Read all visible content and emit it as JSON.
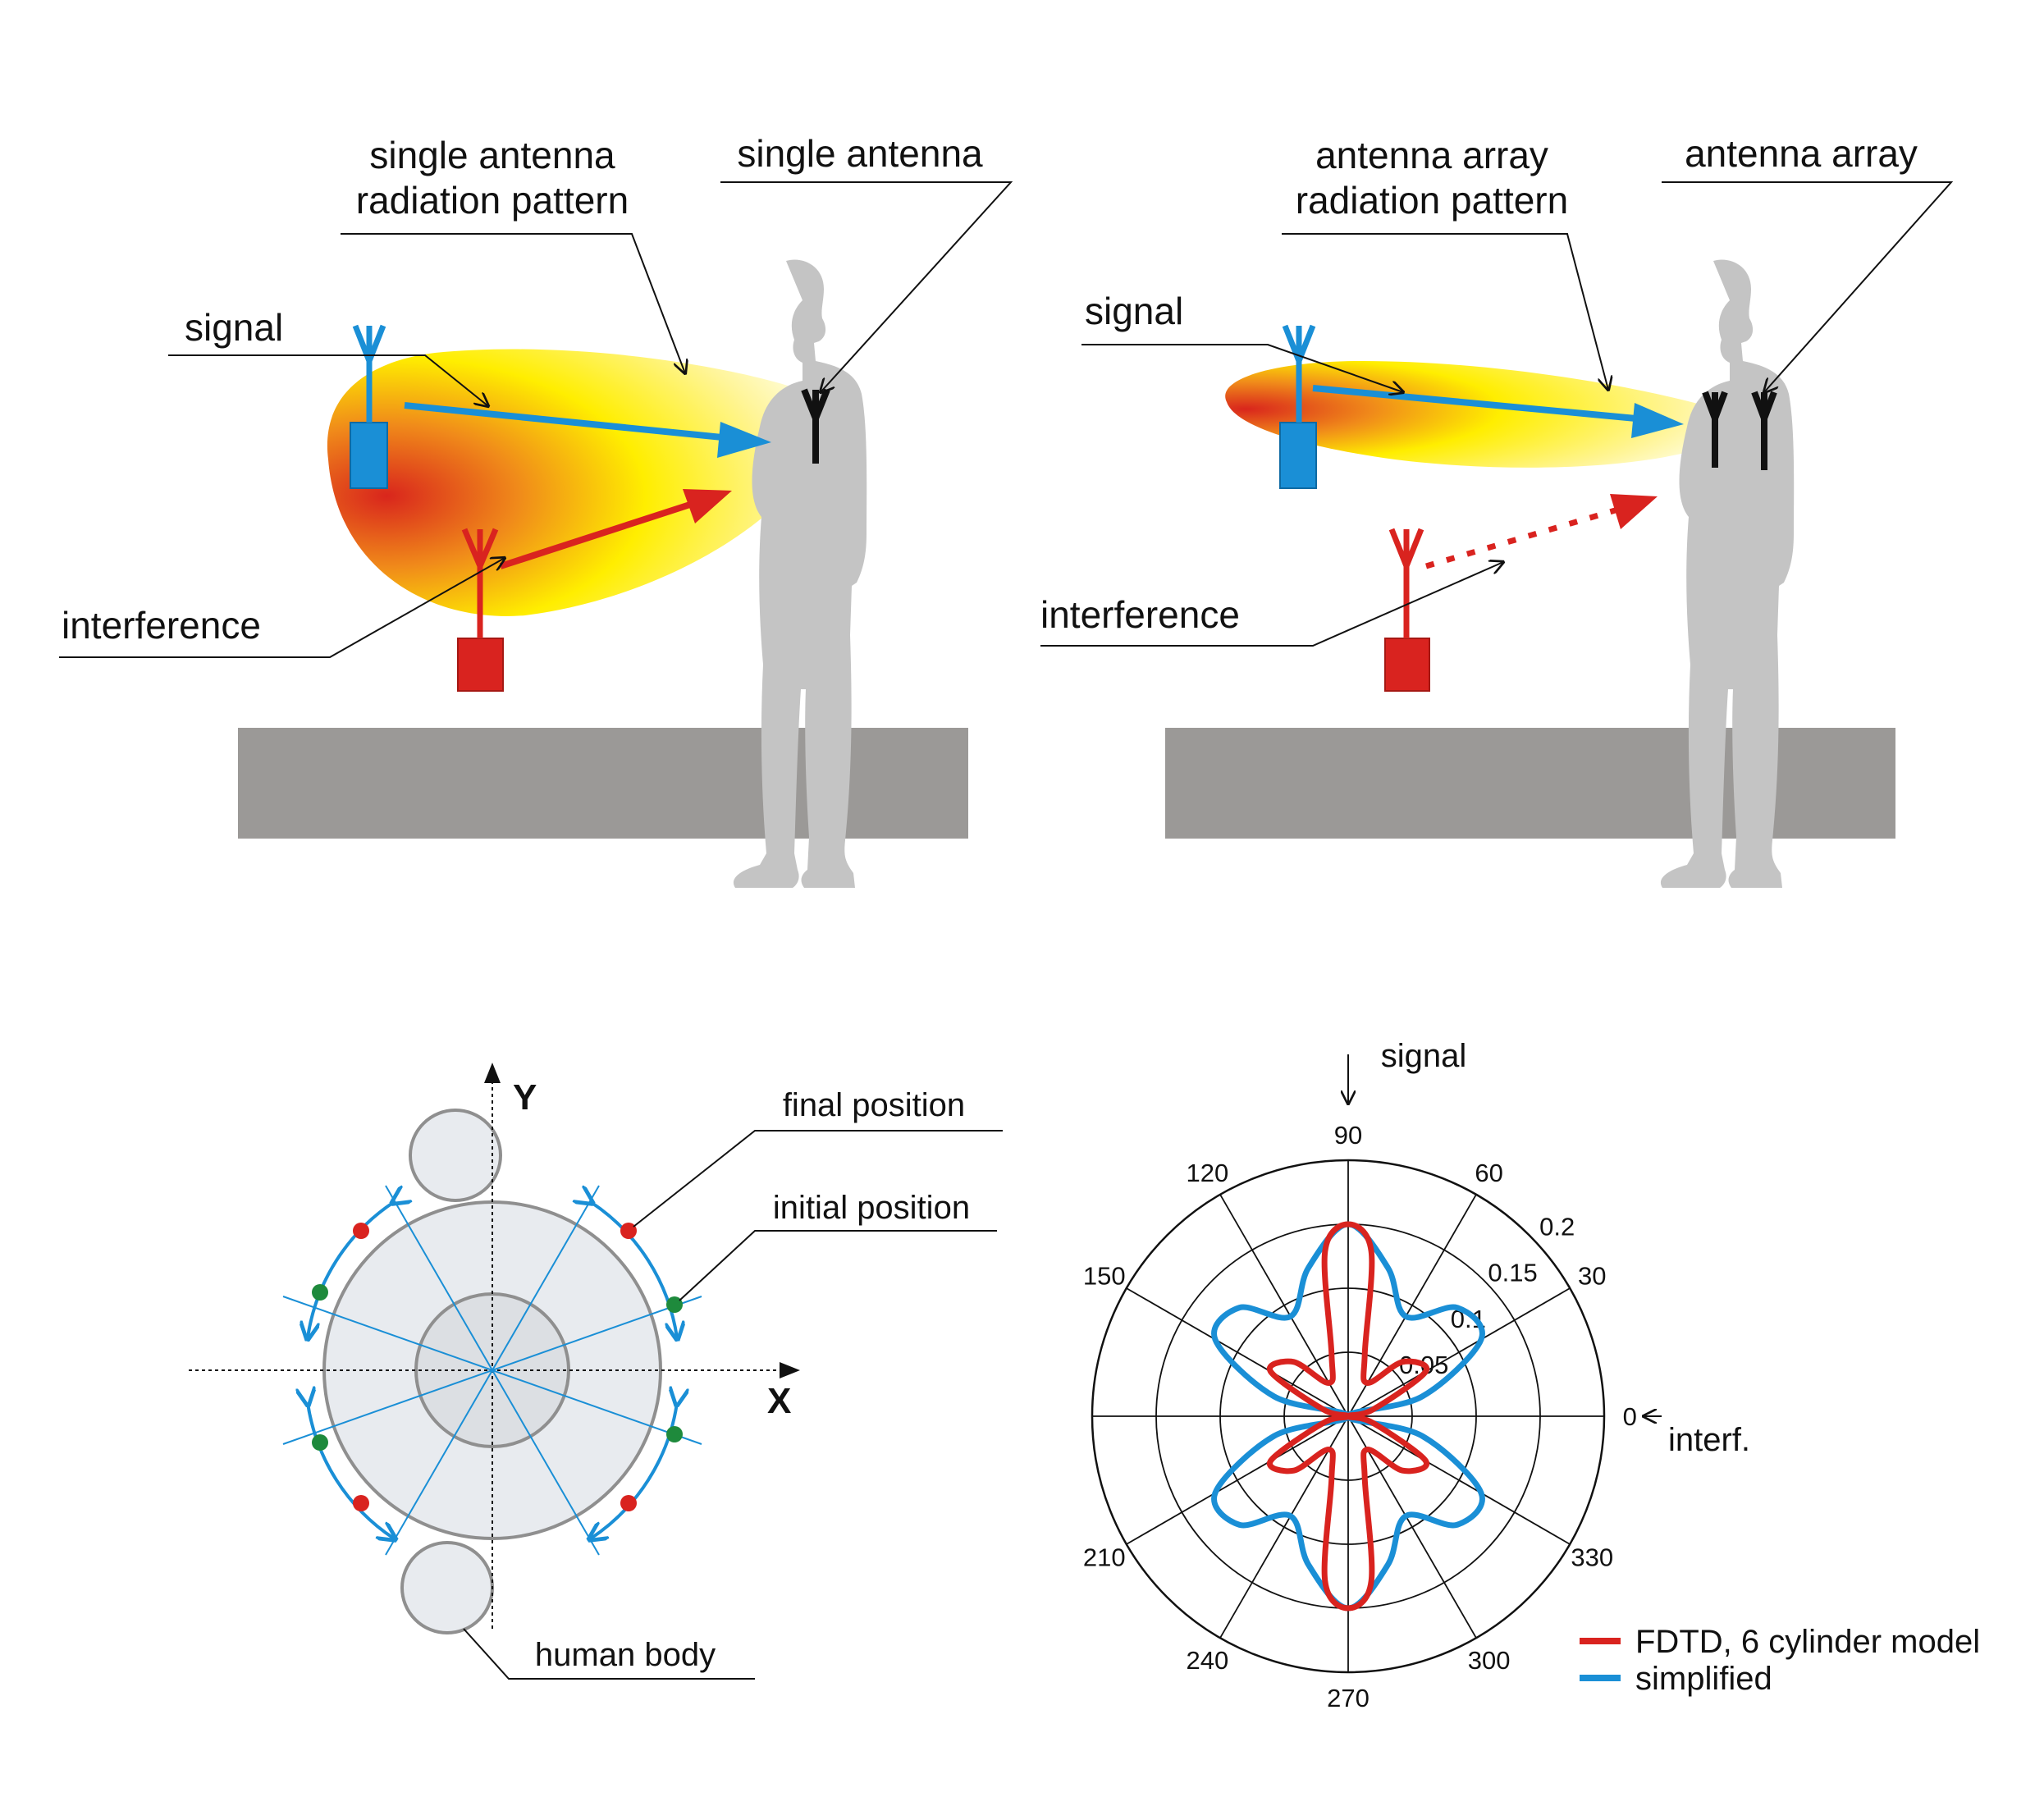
{
  "top_left": {
    "title_line1": "single antenna",
    "title_line2": "radiation pattern",
    "antenna_label": "single antenna",
    "signal_label": "signal",
    "interference_label": "interference"
  },
  "top_right": {
    "title_line1": "antenna array",
    "title_line2": "radiation pattern",
    "antenna_label": "antenna array",
    "signal_label": "signal",
    "interference_label": "interference"
  },
  "bottom_left": {
    "axis_y": "Y",
    "axis_x": "X",
    "final_position": "final position",
    "initial_position": "initial position",
    "human_body": "human body"
  },
  "polar": {
    "signal_label": "signal",
    "interf_label": "interf.",
    "angle_labels": [
      "0",
      "30",
      "60",
      "90",
      "120",
      "150",
      "210",
      "240",
      "270",
      "300",
      "330"
    ],
    "radial_labels": [
      "0.05",
      "0.1",
      "0.15",
      "0.2"
    ]
  },
  "colors": {
    "signal": "#1a8fd6",
    "interference": "#d9231f",
    "floor": "#9b9997",
    "person": "#c4c4c4",
    "green_dot": "#1e8a3c",
    "red_dot": "#d9231f"
  },
  "chart_data": {
    "type": "polar",
    "angle_unit": "degrees",
    "angle_ticks": [
      0,
      30,
      60,
      90,
      120,
      150,
      180,
      210,
      240,
      270,
      300,
      330
    ],
    "radial_ticks": [
      0.05,
      0.1,
      0.15,
      0.2
    ],
    "rlim": [
      0,
      0.2
    ],
    "legend_position": "bottom-right",
    "series": [
      {
        "name": "FDTD, 6 cylinder model",
        "color": "#d9231f",
        "theta": [
          0,
          15,
          30,
          45,
          60,
          75,
          82,
          90,
          98,
          105,
          120,
          135,
          150,
          165,
          180,
          195,
          210,
          225,
          240,
          255,
          262,
          270,
          278,
          285,
          300,
          315,
          330,
          345
        ],
        "r": [
          0.0,
          0.02,
          0.07,
          0.06,
          0.03,
          0.05,
          0.13,
          0.15,
          0.13,
          0.05,
          0.03,
          0.06,
          0.07,
          0.02,
          0.0,
          0.02,
          0.07,
          0.06,
          0.03,
          0.05,
          0.13,
          0.15,
          0.13,
          0.05,
          0.03,
          0.06,
          0.07,
          0.02
        ]
      },
      {
        "name": "simplified",
        "color": "#1a8fd6",
        "theta": [
          0,
          15,
          30,
          45,
          60,
          75,
          90,
          105,
          120,
          135,
          150,
          165,
          180,
          195,
          210,
          225,
          240,
          255,
          270,
          285,
          300,
          315,
          330,
          345
        ],
        "r": [
          0.0,
          0.06,
          0.12,
          0.12,
          0.09,
          0.12,
          0.15,
          0.12,
          0.09,
          0.12,
          0.12,
          0.06,
          0.0,
          0.06,
          0.12,
          0.12,
          0.09,
          0.12,
          0.15,
          0.12,
          0.09,
          0.12,
          0.12,
          0.06
        ]
      }
    ]
  }
}
